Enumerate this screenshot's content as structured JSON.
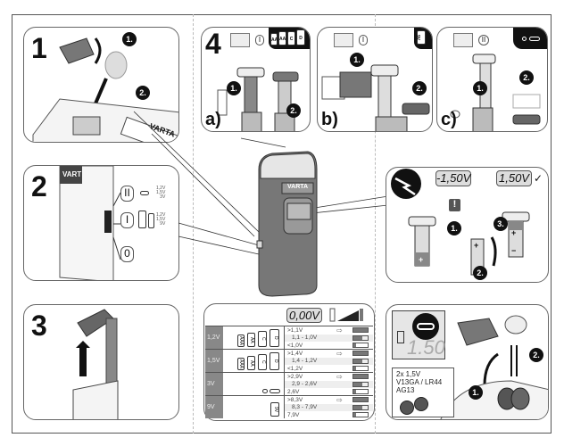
{
  "steps": {
    "s1": {
      "number": "1",
      "badges": [
        "1.",
        "2."
      ],
      "brand": "VARTA"
    },
    "s2": {
      "number": "2",
      "brand": "VART",
      "positions": [
        {
          "label": "II",
          "voltages": [
            "1,2V",
            "1,5V",
            "3V"
          ]
        },
        {
          "label": "I",
          "voltages": [
            "1,2V",
            "1,5V",
            "9V"
          ]
        },
        {
          "label": "0",
          "voltages": []
        }
      ]
    },
    "s3": {
      "number": "3"
    },
    "s4": {
      "number": "4",
      "switch_pos": "I",
      "cell_types": [
        "AAA",
        "AA",
        "C",
        "D"
      ],
      "sub": [
        {
          "label": "a)",
          "badges": [
            "1.",
            "2."
          ],
          "switch_pos": "I"
        },
        {
          "label": "b)",
          "badges": [
            "1.",
            "2."
          ],
          "switch_pos": "I",
          "cell_type": "9V"
        },
        {
          "label": "c)",
          "badges": [
            "1.",
            "2."
          ],
          "switch_pos": "II"
        }
      ]
    }
  },
  "device": {
    "brand": "VARTA"
  },
  "polarity": {
    "wrong_reading": "-1,50V",
    "correct_reading": "1,50V",
    "warning": "!",
    "badges": [
      "1.",
      "2.",
      "3."
    ],
    "plus": "+",
    "minus": "−"
  },
  "voltage_table": {
    "display": "0,00V",
    "groups": [
      {
        "voltage": "1,2V",
        "cells": [
          "AAA",
          "AA",
          "C",
          "D"
        ],
        "rows": [
          {
            "range": ">1,1V",
            "level": 1.0,
            "arrow": true
          },
          {
            "range": "1,1 - 1,0V",
            "level": 0.6,
            "arrow": false
          },
          {
            "range": "<1,0V",
            "level": 0.2,
            "arrow": false
          }
        ]
      },
      {
        "voltage": "1,5V",
        "cells": [
          "AAA",
          "AA",
          "C",
          "D"
        ],
        "rows": [
          {
            "range": ">1,4V",
            "level": 1.0,
            "arrow": true
          },
          {
            "range": "1,4 - 1,2V",
            "level": 0.6,
            "arrow": false
          },
          {
            "range": "<1,2V",
            "level": 0.2,
            "arrow": false
          }
        ]
      },
      {
        "voltage": "3V",
        "cells": [],
        "rows": [
          {
            "range": ">2,9V",
            "level": 1.0,
            "arrow": true
          },
          {
            "range": "2,9 - 2,6V",
            "level": 0.6,
            "arrow": false
          },
          {
            "range": "2,6V",
            "level": 0.2,
            "arrow": false
          }
        ]
      },
      {
        "voltage": "9V",
        "cells": [
          "9V"
        ],
        "rows": [
          {
            "range": ">8,3V",
            "level": 1.0,
            "arrow": true
          },
          {
            "range": "8,3 - 7,9V",
            "level": 0.6,
            "arrow": false
          },
          {
            "range": "7,9V",
            "level": 0.2,
            "arrow": false
          }
        ]
      }
    ]
  },
  "battery_replace": {
    "lcd_text": "1.50",
    "spec_lines": [
      "2x 1,5V",
      "V13GA / LR44",
      "AG13"
    ],
    "badges": [
      "1.",
      "2."
    ]
  }
}
